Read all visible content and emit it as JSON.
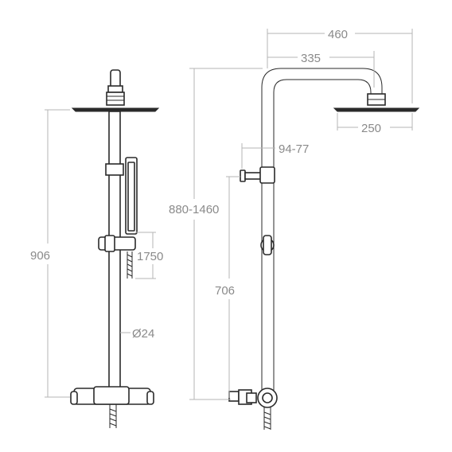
{
  "dimensions": {
    "total_width": "460",
    "arm_reach": "335",
    "head_diameter": "250",
    "wall_offset": "94-77",
    "adjustable_height": "880-1460",
    "inlet_height": "706",
    "front_height": "906",
    "hose_length": "1750",
    "pipe_diameter": "Ø24"
  },
  "colors": {
    "outline": "#2a2a2a",
    "dimension_line": "#b5b5b5",
    "dimension_text": "#8a8a8a"
  }
}
